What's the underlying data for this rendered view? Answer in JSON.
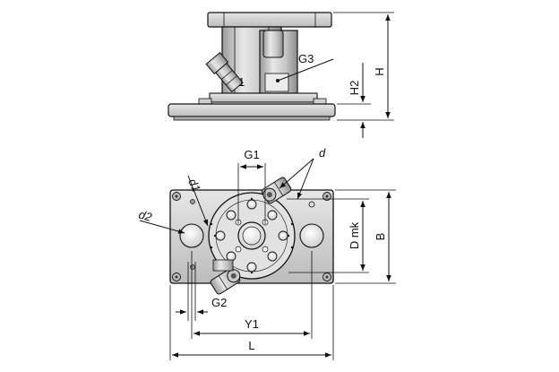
{
  "labels": {
    "g3": "G3",
    "h": "H",
    "h2": "H2",
    "g1": "G1",
    "d": "d",
    "d1": "d1",
    "d2": "d2",
    "b": "B",
    "d_mk": "D mk",
    "g2": "G2",
    "y1": "Y1",
    "l": "L",
    "port": "1"
  },
  "colors": {
    "line": "#111111",
    "metal_light": "#dcdcdc",
    "metal_mid": "#bdbdbd",
    "metal_dark": "#8e8e8e",
    "pad": "#a9a9a9",
    "background": "#ffffff"
  }
}
